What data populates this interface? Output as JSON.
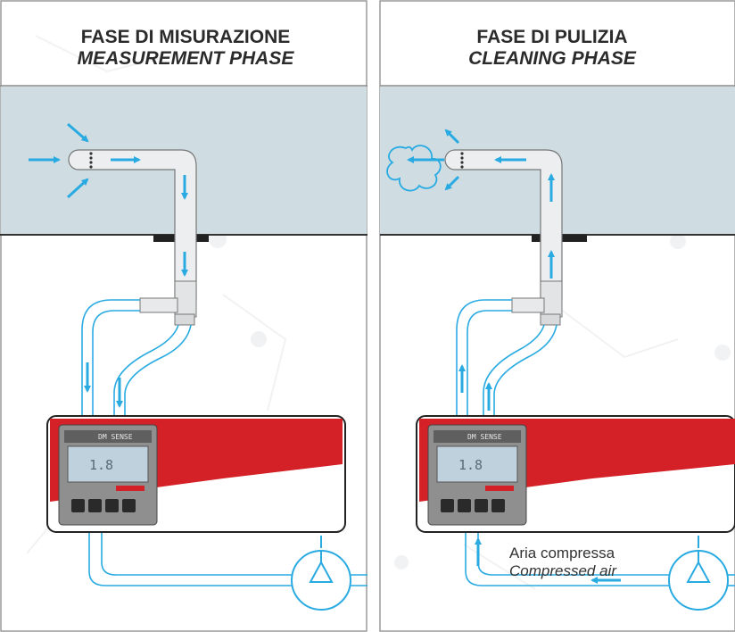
{
  "panels": {
    "left": {
      "title_it": "FASE DI MISURAZIONE",
      "title_en": "MEASUREMENT PHASE"
    },
    "right": {
      "title_it": "FASE DI PULIZIA",
      "title_en": "CLEANING PHASE"
    }
  },
  "annotation": {
    "it": "Aria compressa",
    "en": "Compressed air"
  },
  "device": {
    "brand": "DM SENSE",
    "reading": "1.8",
    "colors": {
      "accent": "#d42027",
      "pipe": "#29abe2"
    }
  }
}
